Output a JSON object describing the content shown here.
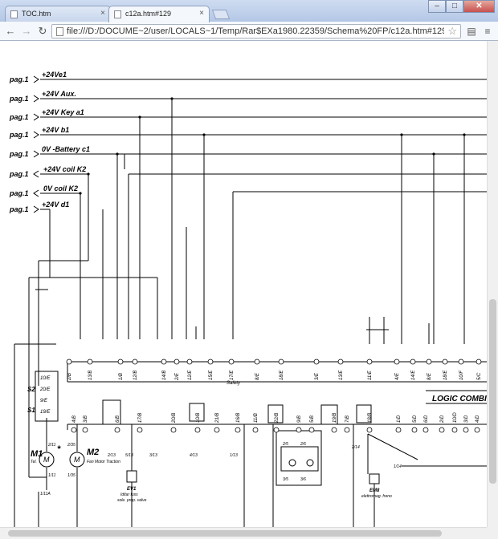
{
  "browser": {
    "tabs": [
      {
        "label": "TOC.htm",
        "active": false
      },
      {
        "label": "c12a.htm#129",
        "active": true
      }
    ],
    "tab_close_glyph": "×",
    "window_controls": {
      "minimize": "–",
      "maximize": "□",
      "close": "✕"
    },
    "address": "file:///D:/DOCUME~2/user/LOCALS~1/Temp/Rar$EXa1980.22359/Schema%20FP/c12a.htm#129",
    "nav": {
      "back": "←",
      "forward": "→",
      "reload": "↻"
    },
    "icons": {
      "star": "☆",
      "page_action": "▤",
      "menu": "≡"
    }
  },
  "schematic": {
    "bus_rows": [
      {
        "page": "pag.1",
        "label": "+24Ve1"
      },
      {
        "page": "pag.1",
        "label": "+24V Aux."
      },
      {
        "page": "pag.1",
        "label": "+24V Key a1"
      },
      {
        "page": "pag.1",
        "label": "+24V b1"
      },
      {
        "page": "pag.1",
        "label": "0V -Battery c1"
      },
      {
        "page": "pag.1",
        "label": "+24V coil K2"
      },
      {
        "page": "pag.1",
        "label": "0V coil K2"
      },
      {
        "page": "pag.1",
        "label": "+24V d1"
      }
    ],
    "connector_top": [
      "2/B",
      "13/B",
      "1/B",
      "12/B",
      "14/B",
      "2/E",
      "12/E",
      "15/E",
      "17/E",
      "8/E",
      "18/E",
      "3/E",
      "13/E",
      "11/E",
      "4/E",
      "14/E",
      "8/E",
      "18/E",
      "10/F",
      "5/C"
    ],
    "connector_bottom": [
      "4/B",
      "3/B",
      "17/B",
      "6/B",
      "20/B",
      "10/B",
      "21/B",
      "16/B",
      "11/B",
      "22/B",
      "9/B",
      "5/B",
      "19/B",
      "7/B",
      "18/B",
      "1/D",
      "5/D",
      "6/D",
      "2/D",
      "10/D",
      "3/D",
      "4/D"
    ],
    "left_pins": [
      "10/E",
      "20/E",
      "9/E",
      "19/E"
    ],
    "switch_labels": [
      "S2",
      "S1"
    ],
    "motors": [
      {
        "name": "M1",
        "sub": "Tel."
      },
      {
        "name": "M2",
        "sub": "Fan Motor Traction"
      }
    ],
    "motor_pins": [
      "2/11",
      "2/35",
      "1/11",
      "1/35",
      "1/11A"
    ],
    "motor_symbol": "M",
    "motor_star": "*",
    "logic_title": "LOGIC COMBI N",
    "safety_label": "Safety",
    "bottom_refs": [
      "2/13",
      "5/13",
      "3/13",
      "4/13",
      "1/13",
      "2/14",
      "1/14"
    ],
    "components": [
      {
        "name": "EV1",
        "desc1": "Iditar fuss",
        "desc2": "sole. prop. valve"
      },
      {
        "name": "EM8",
        "desc1": "elettromag. freno",
        "desc2": ""
      }
    ],
    "lamp_labels": [
      "2/5",
      "2/6",
      "3/5",
      "3/6"
    ]
  }
}
